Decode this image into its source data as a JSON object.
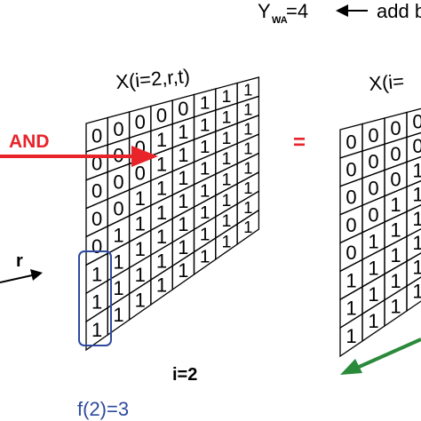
{
  "header": {
    "y_label": "Y",
    "y_subscript": "WA",
    "y_value": "=4",
    "note": "add bi"
  },
  "left_grid": {
    "title": "X(i=2,r,t)",
    "rows": [
      [
        "0",
        "0",
        "0",
        "0",
        "0",
        "1",
        "1",
        "1"
      ],
      [
        "0",
        "0",
        "0",
        "1",
        "1",
        "1",
        "1",
        "1"
      ],
      [
        "0",
        "0",
        "0",
        "1",
        "1",
        "1",
        "1",
        "1"
      ],
      [
        "0",
        "0",
        "1",
        "1",
        "1",
        "1",
        "1",
        "1"
      ],
      [
        "0",
        "1",
        "1",
        "1",
        "1",
        "1",
        "1",
        "1"
      ],
      [
        "1",
        "1",
        "1",
        "1",
        "1",
        "1",
        "1",
        "1"
      ],
      [
        "1",
        "1",
        "1",
        "1",
        "1",
        "1",
        "1",
        "1"
      ],
      [
        "1",
        "1",
        "1",
        "1",
        "1",
        "1",
        "1",
        "1"
      ]
    ]
  },
  "right_grid": {
    "title": "X(i=",
    "rows": [
      [
        "0",
        "0",
        "0",
        "0"
      ],
      [
        "0",
        "0",
        "0",
        "0"
      ],
      [
        "0",
        "0",
        "0",
        "1"
      ],
      [
        "0",
        "0",
        "1",
        "1"
      ],
      [
        "0",
        "1",
        "1",
        "1"
      ],
      [
        "1",
        "1",
        "1",
        "1"
      ],
      [
        "1",
        "1",
        "1",
        "1"
      ],
      [
        "1",
        "1",
        "1",
        "1"
      ]
    ]
  },
  "and_label": "AND",
  "equals_label": "=",
  "axis_label": "r",
  "index_label": "i=2",
  "function_label": "f(2)=3",
  "colors": {
    "and_arrow": "#e8232a",
    "highlight_box": "#2e4a9e",
    "function_text": "#2e4a9e",
    "green_arrow": "#2a8a3a",
    "grid": "#000000"
  }
}
